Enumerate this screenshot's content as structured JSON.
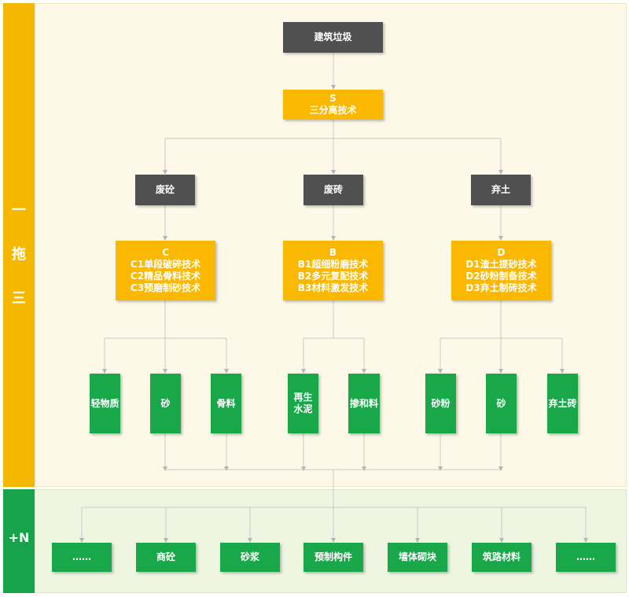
{
  "side": {
    "top_chars": [
      "一",
      "拖",
      "三"
    ],
    "bottom_label": "+N"
  },
  "root": {
    "label": "建筑垃圾"
  },
  "sep": {
    "code": "S",
    "name": "三分离技术"
  },
  "categories": [
    {
      "label": "废砼"
    },
    {
      "label": "废砖"
    },
    {
      "label": "弃土"
    }
  ],
  "tech": [
    {
      "text": "C\nC1单段破碎技术\nC2精品骨料技术\nC3预磨制砂技术"
    },
    {
      "text": "B\nB1超细粉磨技术\nB2多元复配技术\nB3材料激发技术"
    },
    {
      "text": "D\nD1渣土提砂技术\nD2砂粉制备技术\nD3弃土制砖技术"
    }
  ],
  "products": [
    {
      "label": "轻物质"
    },
    {
      "label": "砂"
    },
    {
      "label": "骨料"
    },
    {
      "label": "再生\n水泥"
    },
    {
      "label": "掺和料"
    },
    {
      "label": "砂粉"
    },
    {
      "label": "砂"
    },
    {
      "label": "弃土砖"
    }
  ],
  "applications": [
    {
      "label": "……"
    },
    {
      "label": "商砼"
    },
    {
      "label": "砂浆"
    },
    {
      "label": "预制构件"
    },
    {
      "label": "墙体砌块"
    },
    {
      "label": "筑路材料"
    },
    {
      "label": "……"
    }
  ],
  "colors": {
    "dark": "#505050",
    "yellow": "#fab800",
    "green": "#18a84a",
    "side_top": "#f5b800",
    "side_bottom": "#16a34a"
  }
}
